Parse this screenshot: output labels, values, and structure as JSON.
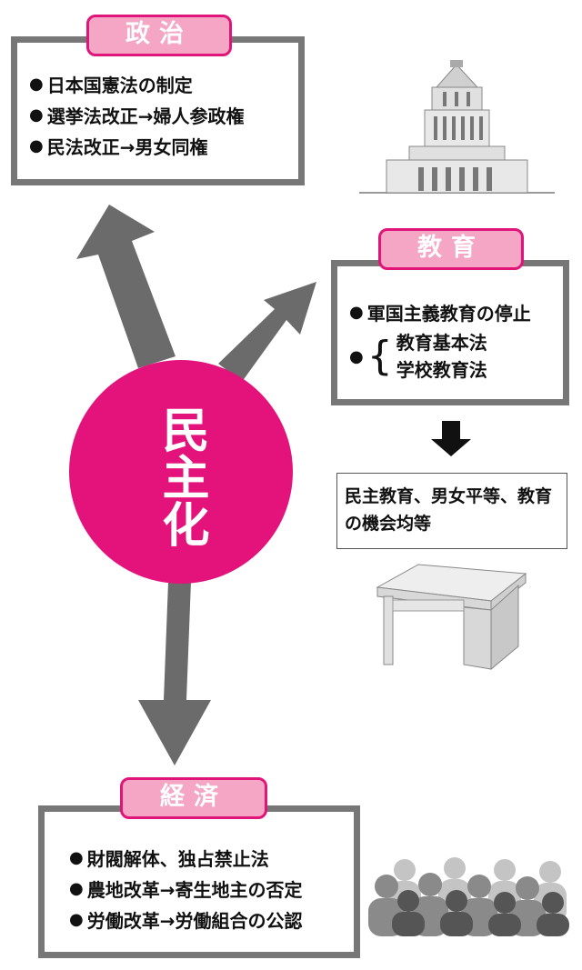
{
  "center": {
    "label": "民主化"
  },
  "politics": {
    "tag": "政治",
    "items": [
      "日本国憲法の制定",
      "選挙法改正→婦人参政権",
      "民法改正→男女同権"
    ]
  },
  "education": {
    "tag": "教育",
    "item1": "軍国主義教育の停止",
    "laws": [
      "教育基本法",
      "学校教育法"
    ],
    "result": "民主教育、男女平等、教育の機会均等"
  },
  "economy": {
    "tag": "経済",
    "items": [
      "財閥解体、独占禁止法",
      "農地改革→寄生地主の否定",
      "労働改革→労働組合の公認"
    ]
  },
  "colors": {
    "accent": "#e3137b",
    "tag_fill": "#f4a6c4",
    "frame": "#777777",
    "arrow": "#6b6b6b"
  }
}
